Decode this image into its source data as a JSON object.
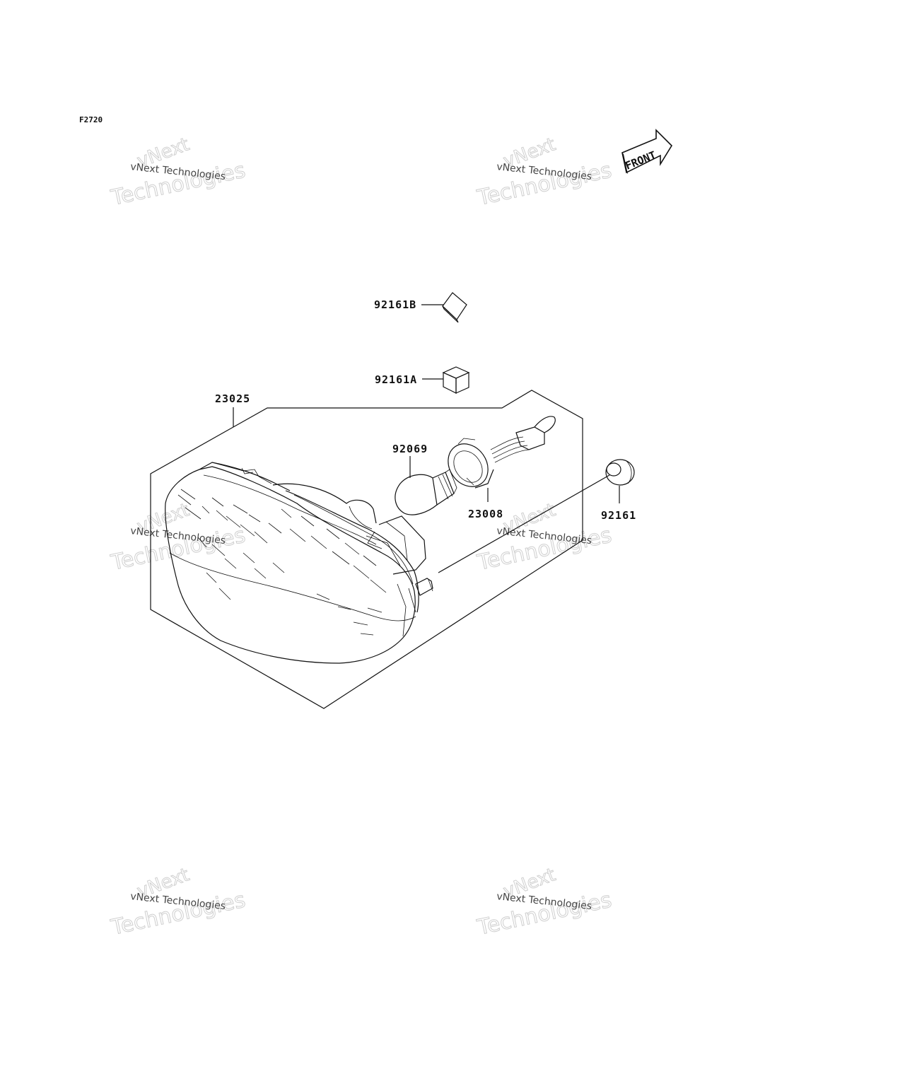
{
  "figure_code": "F2720",
  "front_marker": "FRONT",
  "parts": {
    "p92161B": "92161B",
    "p92161A": "92161A",
    "p23025": "23025",
    "p92069": "92069",
    "p23008": "23008",
    "p92161": "92161"
  },
  "watermark": {
    "line_small": "vNext Technologies",
    "line_vnext": "vNext",
    "line_tech": "Technologies"
  }
}
